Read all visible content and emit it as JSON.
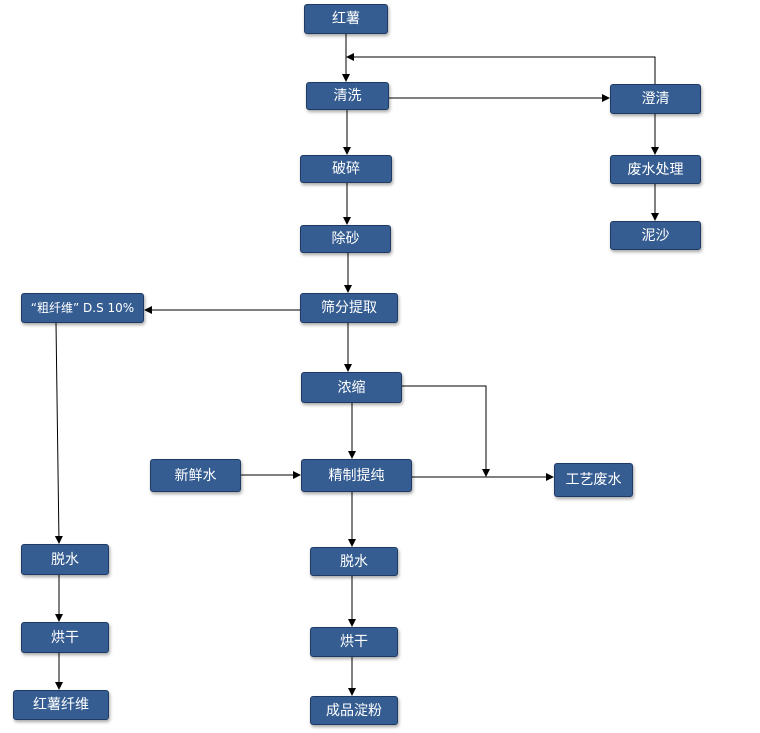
{
  "nodes": {
    "hongshu": "红薯",
    "qingxi": "清洗",
    "chengqing": "澄清",
    "posui": "破碎",
    "feishui_chuli": "废水处理",
    "chusha": "除砂",
    "nisha": "泥沙",
    "cuxianwei": "“粗纤维” D.S 10%",
    "shaifen_tiqu": "筛分提取",
    "nongsuo": "浓缩",
    "xinxian_shui": "新鲜水",
    "jingzhi_tichun": "精制提纯",
    "gongyi_feishui": "工艺废水",
    "tuoshui_left": "脱水",
    "tuoshui_center": "脱水",
    "honggan_left": "烘干",
    "honggan_center": "烘干",
    "hongshu_xianwei": "红薯纤维",
    "chengpin_dianfen": "成品淀粉"
  },
  "colors": {
    "node_fill": "#355d92",
    "node_border": "#1f3b63",
    "node_text": "#ffffff",
    "connector": "#000000"
  }
}
